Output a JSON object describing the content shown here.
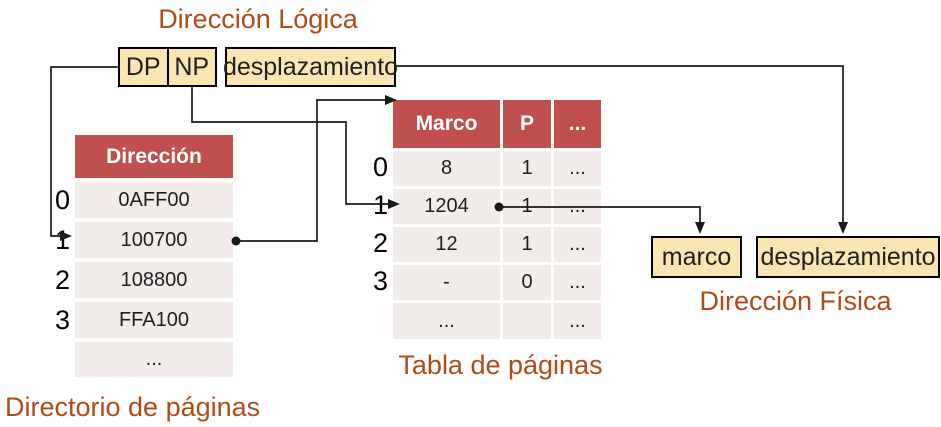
{
  "titles": {
    "logical_address": "Dirección Lógica",
    "physical_address": "Dirección Física",
    "directory_caption": "Directorio de páginas",
    "page_table_caption": "Tabla de páginas"
  },
  "logical_address": {
    "dp": "DP",
    "np": "NP",
    "offset": "desplazamiento"
  },
  "physical_address": {
    "frame": "marco",
    "offset": "desplazamiento"
  },
  "directory_table": {
    "header": "Dirección",
    "row_labels": [
      "0",
      "1",
      "2",
      "3",
      ""
    ],
    "rows": [
      "0AFF00",
      "100700",
      "108800",
      "FFA100",
      "..."
    ]
  },
  "page_table": {
    "headers": [
      "Marco",
      "P",
      "..."
    ],
    "row_labels": [
      "0",
      "1",
      "2",
      "3",
      ""
    ],
    "rows": [
      [
        "8",
        "1",
        "..."
      ],
      [
        "1204",
        "1",
        "..."
      ],
      [
        "12",
        "1",
        "..."
      ],
      [
        "-",
        "0",
        "..."
      ],
      [
        "...",
        "",
        "..."
      ]
    ]
  },
  "colors": {
    "header_red": "#C0504D",
    "cell_pink": "#F2ECEB",
    "box_cream": "#FBE5B3",
    "title_brown": "#B04A17",
    "line_black": "#1a1a1a"
  }
}
